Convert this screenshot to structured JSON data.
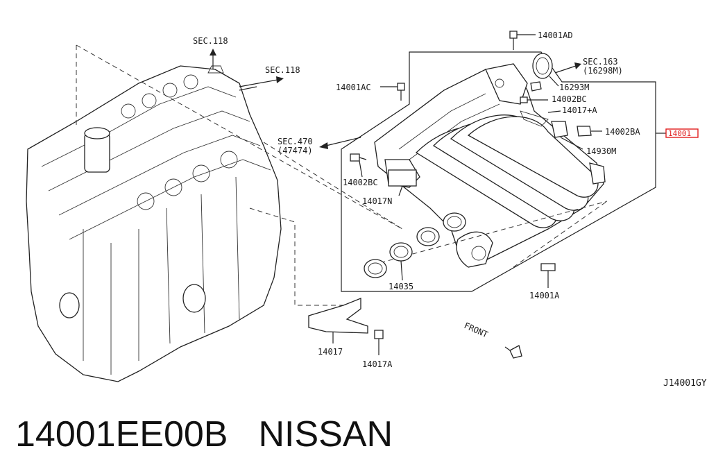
{
  "diagram": {
    "labels": {
      "sec118_top": "SEC.118",
      "sec118_right": "SEC.118",
      "sec470_a": "SEC.470",
      "sec470_b": "(47474)",
      "sec163_a": "SEC.163",
      "sec163_b": "(16298M)",
      "p14001AD": "14001AD",
      "p14001AC": "14001AC",
      "p16293M": "16293M",
      "p14002BC_top": "14002BC",
      "p14017A_plus": "14017+A",
      "p14002BA": "14002BA",
      "p14930M": "14930M",
      "p14001": "14001",
      "p14002BC_left": "14002BC",
      "p14017N": "14017N",
      "p14035": "14035",
      "p14001A": "14001A",
      "p14017": "14017",
      "p14017A": "14017A",
      "front": "FRONT",
      "diagram_code": "J14001GY"
    },
    "highlight_color": "#e02020"
  },
  "caption": {
    "part_number": "14001EE00B",
    "brand": "NISSAN"
  }
}
